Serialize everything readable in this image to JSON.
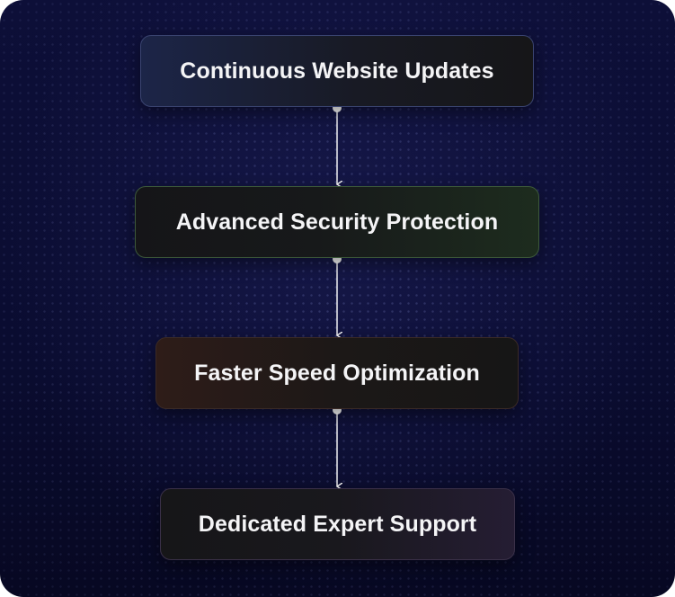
{
  "steps": [
    {
      "label": "Continuous Website Updates"
    },
    {
      "label": "Advanced Security Protection"
    },
    {
      "label": "Faster Speed Optimization"
    },
    {
      "label": "Dedicated Expert Support"
    }
  ],
  "colors": {
    "background": "#0b0d33",
    "node_text": "#f4f4f6",
    "connector": "#ffffff",
    "accent_blue": "#1c2548",
    "accent_green": "#1d2c1e",
    "accent_brown": "#2e1c18",
    "accent_purple": "#251d33"
  }
}
